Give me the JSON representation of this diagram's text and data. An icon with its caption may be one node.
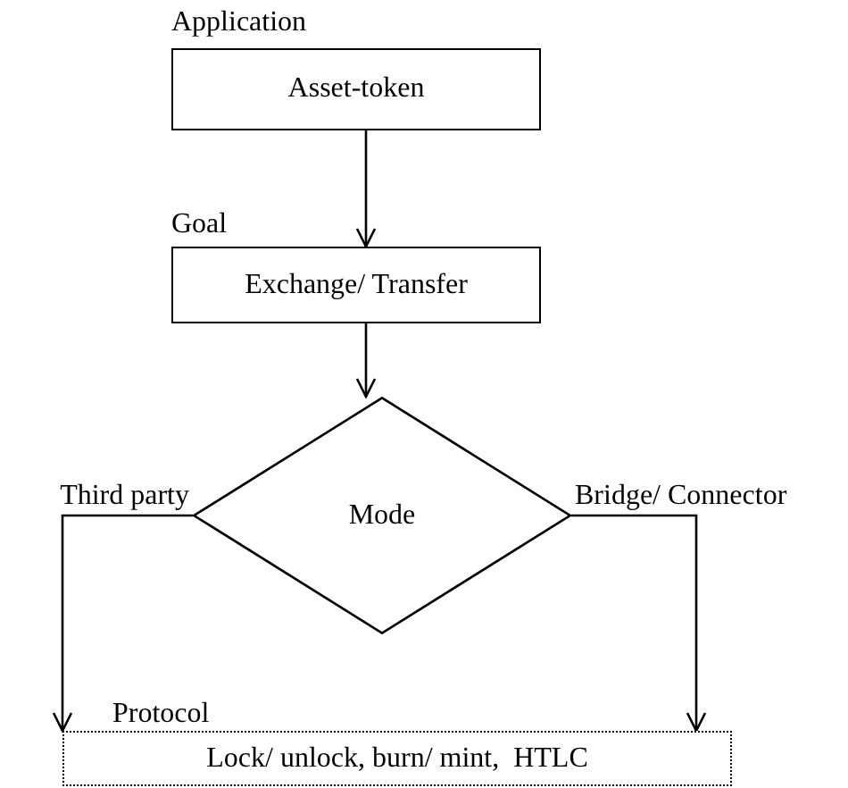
{
  "diagram": {
    "nodes": [
      {
        "text": [
          "Application",
          "Asset-token"
        ]
      },
      {
        "text": [
          "Goal",
          "Exchange/ Transfer"
        ]
      },
      {
        "text": [
          "Mode"
        ]
      },
      {
        "text": [
          "Protocol",
          "Lock/ unlock, burn/ mint,  HTLC"
        ]
      }
    ],
    "edges": [
      {
        "from": 0,
        "to": 1,
        "arrow": "to"
      },
      {
        "from": 1,
        "to": 2,
        "arrow": "to"
      },
      {
        "from": 2,
        "to": 3,
        "arrow": "to",
        "label": "Third party"
      },
      {
        "from": 2,
        "to": 3,
        "arrow": "to",
        "label": "Bridge/ Connector"
      }
    ]
  }
}
